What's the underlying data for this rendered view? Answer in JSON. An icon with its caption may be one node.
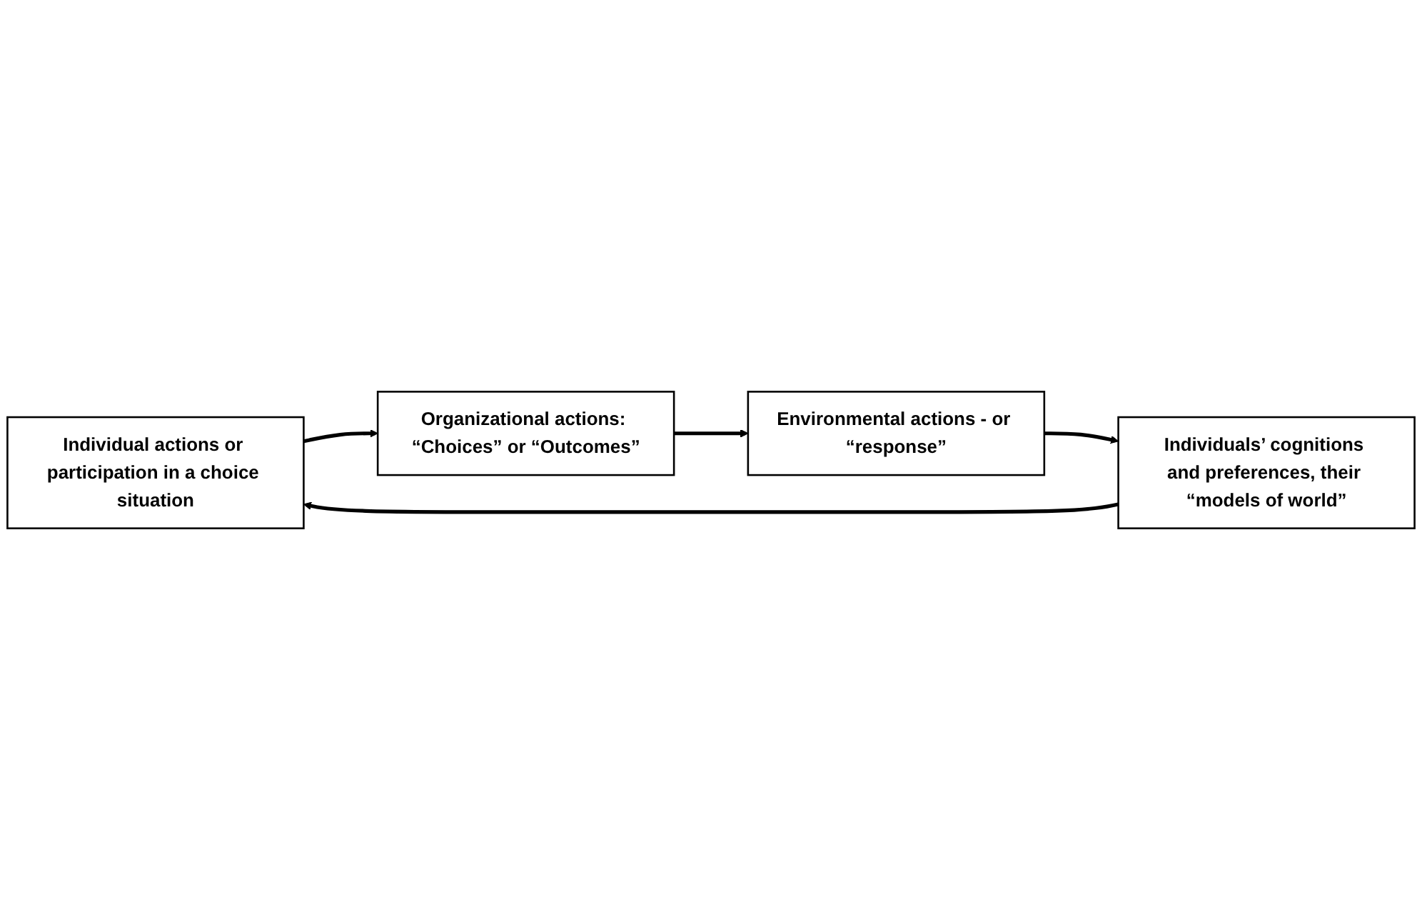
{
  "diagram": {
    "nodes": [
      {
        "text": [
          "Individual actions or participation in a choice situation"
        ]
      },
      {
        "text": [
          "Individuals’ cognitions and preferences, their “models of world”"
        ]
      },
      {
        "text": [
          "Organizational actions: “Choices” or “Outcomes”"
        ]
      },
      {
        "text": [
          "Environmental actions - or “response”"
        ]
      }
    ],
    "edges": [
      {
        "from": 1,
        "to": 0,
        "arrow": "to"
      },
      {
        "from": 0,
        "to": 2,
        "arrow": "to"
      },
      {
        "from": 2,
        "to": 3,
        "arrow": "to"
      },
      {
        "from": 3,
        "to": 1,
        "arrow": "to"
      }
    ]
  }
}
